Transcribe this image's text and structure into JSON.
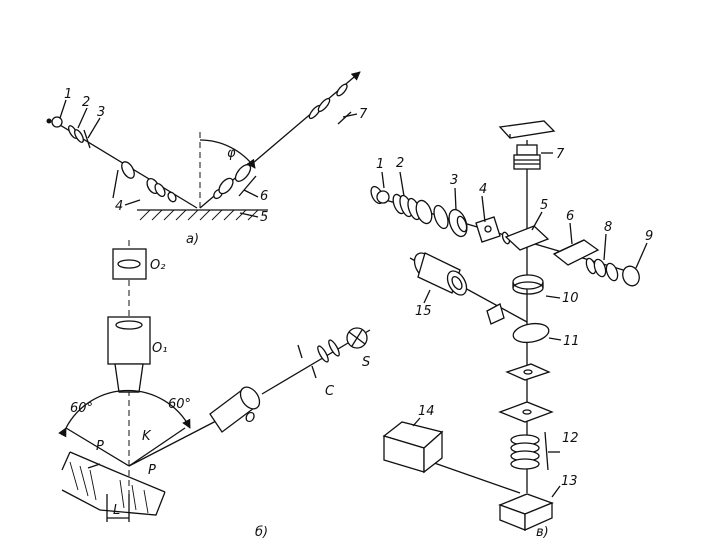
{
  "diagram_a": {
    "caption": "а)",
    "angle": "φ",
    "labels": [
      "1",
      "2",
      "3",
      "4",
      "5",
      "6",
      "7"
    ]
  },
  "diagram_b": {
    "caption": "б)",
    "angle_left": "60°",
    "angle_right": "60°",
    "objective_top": "O₂",
    "objective_mid": "O₁",
    "objective_side": "O",
    "condenser": "C",
    "source": "S",
    "point": "K",
    "surface_left": "P",
    "surface_right": "P",
    "shift": "L"
  },
  "diagram_v": {
    "caption": "в)",
    "labels": [
      "1",
      "2",
      "3",
      "4",
      "5",
      "6",
      "7",
      "8",
      "9",
      "10",
      "11",
      "12",
      "13",
      "14",
      "15"
    ]
  }
}
